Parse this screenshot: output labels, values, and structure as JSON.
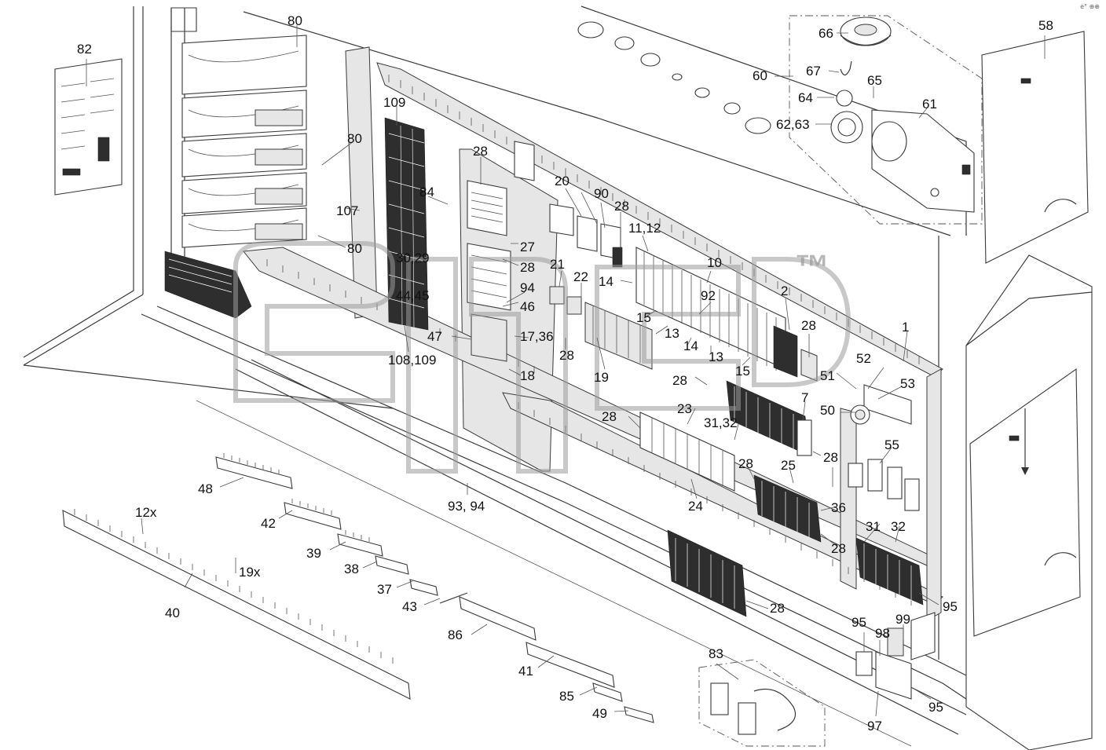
{
  "diagram": {
    "corner_mark": "e° ⊕⊕",
    "trademark": "™",
    "callouts": [
      {
        "id": "c82",
        "text": "82"
      },
      {
        "id": "c80a",
        "text": "80"
      },
      {
        "id": "c80b",
        "text": "80"
      },
      {
        "id": "c80c",
        "text": "80"
      },
      {
        "id": "c107",
        "text": "107"
      },
      {
        "id": "c109",
        "text": "109"
      },
      {
        "id": "c108",
        "text": "108,109"
      },
      {
        "id": "c84",
        "text": "84"
      },
      {
        "id": "c28a",
        "text": "28"
      },
      {
        "id": "c27",
        "text": "27"
      },
      {
        "id": "c28b",
        "text": "28"
      },
      {
        "id": "c3029",
        "text": "30,29"
      },
      {
        "id": "c4445",
        "text": "44,45"
      },
      {
        "id": "c94",
        "text": "94"
      },
      {
        "id": "c46",
        "text": "46"
      },
      {
        "id": "c47",
        "text": "47"
      },
      {
        "id": "c1736",
        "text": "17,36"
      },
      {
        "id": "c18",
        "text": "18"
      },
      {
        "id": "c28c",
        "text": "28"
      },
      {
        "id": "c20",
        "text": "20"
      },
      {
        "id": "c90",
        "text": "90"
      },
      {
        "id": "c28d",
        "text": "28"
      },
      {
        "id": "c1112",
        "text": "11,12"
      },
      {
        "id": "c10",
        "text": "10"
      },
      {
        "id": "c21",
        "text": "21"
      },
      {
        "id": "c22",
        "text": "22"
      },
      {
        "id": "c14a",
        "text": "14"
      },
      {
        "id": "c92",
        "text": "92"
      },
      {
        "id": "c2",
        "text": "2"
      },
      {
        "id": "c15a",
        "text": "15"
      },
      {
        "id": "c13a",
        "text": "13"
      },
      {
        "id": "c14b",
        "text": "14"
      },
      {
        "id": "c13b",
        "text": "13"
      },
      {
        "id": "c15b",
        "text": "15"
      },
      {
        "id": "c28e",
        "text": "28"
      },
      {
        "id": "c19",
        "text": "19"
      },
      {
        "id": "c1",
        "text": "1"
      },
      {
        "id": "c52",
        "text": "52"
      },
      {
        "id": "c51",
        "text": "51"
      },
      {
        "id": "c53",
        "text": "53"
      },
      {
        "id": "c50",
        "text": "50"
      },
      {
        "id": "c7",
        "text": "7"
      },
      {
        "id": "c28f",
        "text": "28"
      },
      {
        "id": "c23",
        "text": "23"
      },
      {
        "id": "c3132a",
        "text": "31,32"
      },
      {
        "id": "c28g",
        "text": "28"
      },
      {
        "id": "c28h",
        "text": "28"
      },
      {
        "id": "c25",
        "text": "25"
      },
      {
        "id": "c28i",
        "text": "28"
      },
      {
        "id": "c55",
        "text": "55"
      },
      {
        "id": "c24",
        "text": "24"
      },
      {
        "id": "c36",
        "text": "36"
      },
      {
        "id": "c31",
        "text": "31"
      },
      {
        "id": "c32",
        "text": "32"
      },
      {
        "id": "c28j",
        "text": "28"
      },
      {
        "id": "c95a",
        "text": "95"
      },
      {
        "id": "c28k",
        "text": "28"
      },
      {
        "id": "c9394",
        "text": "93, 94"
      },
      {
        "id": "c58",
        "text": "58"
      },
      {
        "id": "c66",
        "text": "66"
      },
      {
        "id": "c60",
        "text": "60"
      },
      {
        "id": "c67",
        "text": "67"
      },
      {
        "id": "c65",
        "text": "65"
      },
      {
        "id": "c64",
        "text": "64"
      },
      {
        "id": "c61",
        "text": "61"
      },
      {
        "id": "c6263",
        "text": "62,63"
      },
      {
        "id": "c48",
        "text": "48"
      },
      {
        "id": "c42",
        "text": "42"
      },
      {
        "id": "c12x",
        "text": "12x"
      },
      {
        "id": "c39",
        "text": "39"
      },
      {
        "id": "c38",
        "text": "38"
      },
      {
        "id": "c19x",
        "text": "19x"
      },
      {
        "id": "c37",
        "text": "37"
      },
      {
        "id": "c43",
        "text": "43"
      },
      {
        "id": "c40",
        "text": "40"
      },
      {
        "id": "c86",
        "text": "86"
      },
      {
        "id": "c41",
        "text": "41"
      },
      {
        "id": "c85",
        "text": "85"
      },
      {
        "id": "c49",
        "text": "49"
      },
      {
        "id": "c83",
        "text": "83"
      },
      {
        "id": "c95b",
        "text": "95"
      },
      {
        "id": "c98",
        "text": "98"
      },
      {
        "id": "c99",
        "text": "99"
      },
      {
        "id": "c95c",
        "text": "95"
      },
      {
        "id": "c97",
        "text": "97"
      }
    ]
  }
}
